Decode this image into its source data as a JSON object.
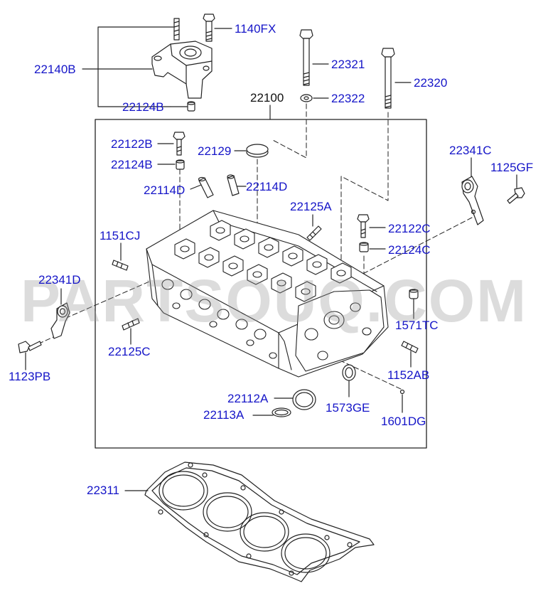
{
  "watermark": "PARTSOUQ.COM",
  "colors": {
    "label": "#1515c8",
    "line": "#222222",
    "background": "#ffffff"
  },
  "labels": {
    "p1140FX": "1140FX",
    "p22140B": "22140B",
    "p22124B_top": "22124B",
    "p22321": "22321",
    "p22322": "22322",
    "p22320": "22320",
    "p22100": "22100",
    "p22122B": "22122B",
    "p22124B": "22124B",
    "p22129": "22129",
    "p22114D_left": "22114D",
    "p22114D_right": "22114D",
    "p22341C": "22341C",
    "p1125GF": "1125GF",
    "p22125A": "22125A",
    "p22122C": "22122C",
    "p22124C": "22124C",
    "p1151CJ": "1151CJ",
    "p22341D": "22341D",
    "p1571TC": "1571TC",
    "p22125C": "22125C",
    "p1123PB": "1123PB",
    "p1152AB": "1152AB",
    "p22112A": "22112A",
    "p1573GE": "1573GE",
    "p22113A": "22113A",
    "p1601DG": "1601DG",
    "p22311": "22311"
  }
}
